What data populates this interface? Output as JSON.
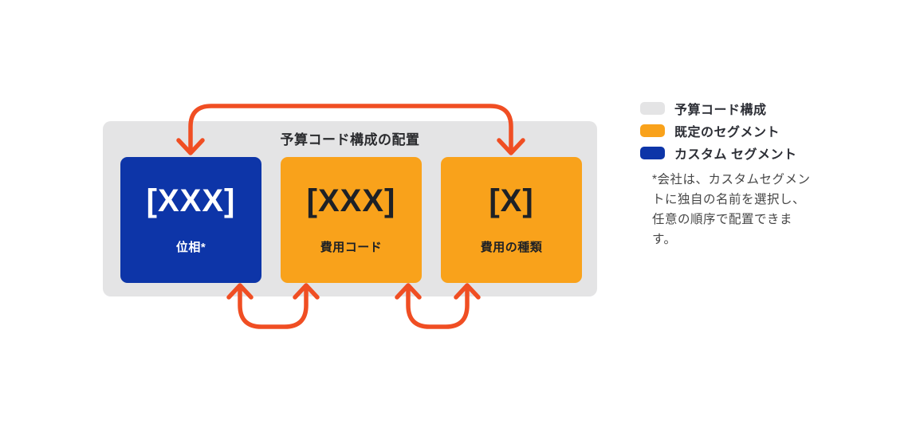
{
  "colors": {
    "container_gray": "#E4E4E5",
    "segment_orange": "#F9A21B",
    "segment_blue": "#0D35A8",
    "arrow_red": "#F04E23",
    "dark_text": "#1E2126"
  },
  "diagram": {
    "title": "予算コード構成の配置",
    "boxes": [
      {
        "code": "[XXX]",
        "label": "位相*",
        "type": "custom-segment"
      },
      {
        "code": "[XXX]",
        "label": "費用コード",
        "type": "default-segment"
      },
      {
        "code": "[X]",
        "label": "費用の種類",
        "type": "default-segment"
      }
    ]
  },
  "legend": {
    "items": [
      {
        "label": "予算コード構成",
        "color": "#E4E4E5"
      },
      {
        "label": "既定のセグメント",
        "color": "#F9A21B"
      },
      {
        "label": "カスタム セグメント",
        "color": "#0D35A8"
      }
    ],
    "note_lines": [
      "*会社は、カスタムセグメン",
      "トに独自の名前を選択し、",
      "任意の順序で配置できま",
      "す。"
    ]
  }
}
